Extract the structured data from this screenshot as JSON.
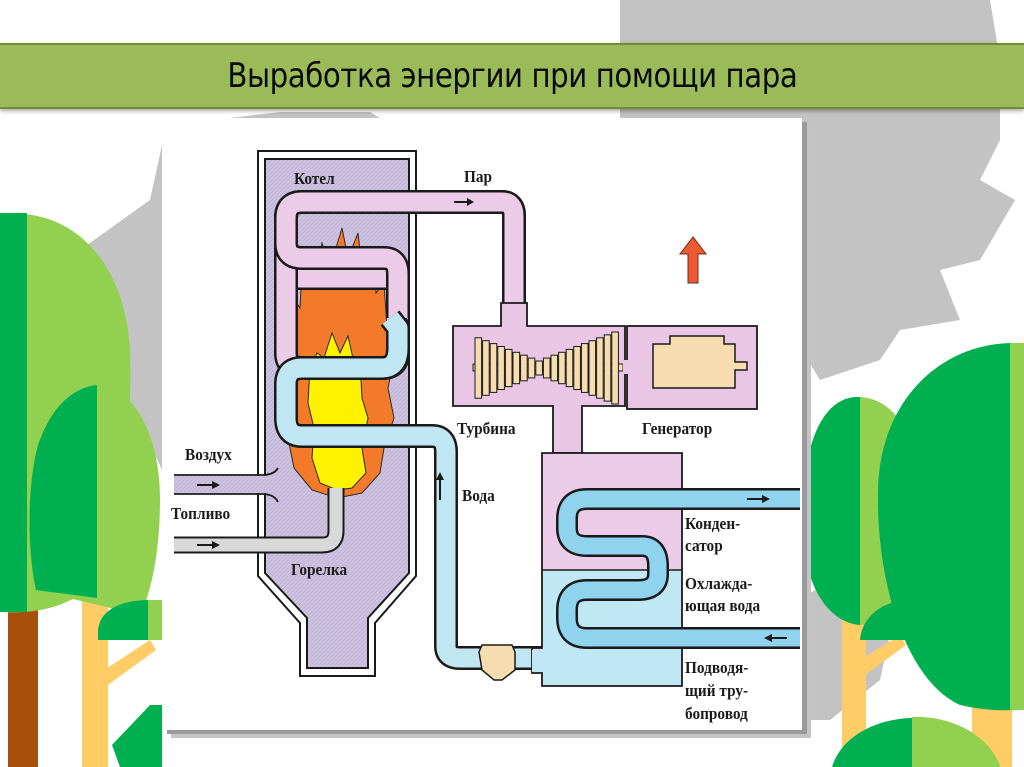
{
  "slide": {
    "title": "Выработка энергии при помощи пара"
  },
  "diagram": {
    "labels": {
      "boiler": "Котел",
      "steam": "Пар",
      "turbine": "Турбина",
      "generator": "Генератор",
      "air": "Воздух",
      "fuel": "Топливо",
      "burner": "Горелка",
      "water": "Вода",
      "condenser_1": "Конден-",
      "condenser_2": "сатор",
      "cooling_water_1": "Охлажда-",
      "cooling_water_2": "ющая вода",
      "supply_pipe_1": "Подводя-",
      "supply_pipe_2": "щий тру-",
      "supply_pipe_3": "бопровод"
    },
    "icons": {
      "power_output": "up-arrow-icon",
      "flow_direction": "right-arrow-icon"
    },
    "colors": {
      "boiler_fill": "#cdc3e0",
      "steam_pipe": "#eccbe8",
      "water_pipe": "#bfe6f2",
      "flame_outer": "#f27a2a",
      "flame_inner": "#fff200",
      "turbine_housing": "#e9c5e6",
      "turbine_blades": "#f6dcae",
      "condenser_top": "#eccbe8",
      "condenser_bottom": "#bfe8f4",
      "cooling_pipe": "#8fd3ee",
      "power_arrow": "#ee5a32",
      "title_bar": "#9bbb59",
      "tree_dark": "#00b050",
      "tree_light": "#92d050",
      "trunk_brown": "#a5500b",
      "trunk_yellow": "#ffcc66",
      "gear_gray": "#c0c0c0"
    }
  }
}
